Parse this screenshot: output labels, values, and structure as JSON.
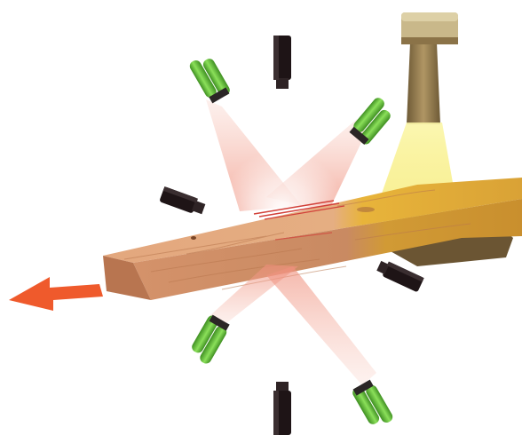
{
  "diagram": {
    "subject": "board-scanning-system",
    "colors": {
      "background": "#ffffff",
      "board_wood": "#e3a77e",
      "board_front": "#c98a62",
      "board_end": "#b87550",
      "board_yellow_zone": "#e8b43a",
      "red_laser_light": "#f2a08f",
      "red_scan_line": "#d2413a",
      "yellow_light": "#f6ef7a",
      "green_laser": "#6ac63c",
      "green_laser_dark": "#3f8f22",
      "black_camera": "#1e1416",
      "scanner_head": "#c9b88a",
      "scanner_frame": "#8b7348",
      "direction_arrow": "#ef5a2c"
    },
    "icons": {
      "red_lasers": "green-cylinder-laser-icon",
      "cameras": "black-camera-icon",
      "color_scanner": "yellow-light-scanner-icon",
      "feed_direction": "left-arrow-icon"
    },
    "components": {
      "green_laser_units": 4,
      "black_cameras": 4,
      "yellow_scanner_units": 1
    },
    "feed_direction": "left"
  }
}
